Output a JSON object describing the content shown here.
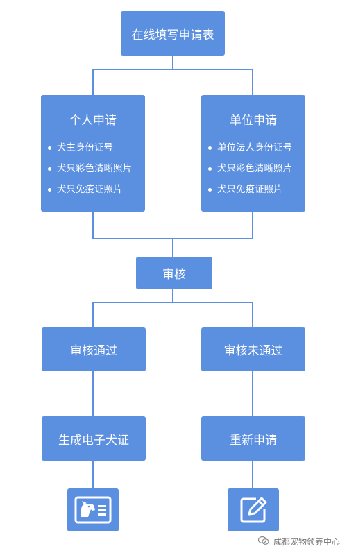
{
  "colors": {
    "box": "#5b8fe0",
    "text": "#ffffff",
    "watermark": "#777777"
  },
  "top": {
    "label": "在线填写申请表"
  },
  "personal": {
    "title": "个人申请",
    "items": [
      "犬主身份证号",
      "犬只彩色清晰照片",
      "犬只免疫证照片"
    ]
  },
  "company": {
    "title": "单位申请",
    "items": [
      "单位法人身份证号",
      "犬只彩色清晰照片",
      "犬只免疫证照片"
    ]
  },
  "review": {
    "label": "审核"
  },
  "approved": {
    "label": "审核通过"
  },
  "rejected": {
    "label": "审核未通过"
  },
  "generate": {
    "label": "生成电子犬证"
  },
  "reapply": {
    "label": "重新申请"
  },
  "icons": {
    "left": "dog-id-card-icon",
    "right": "edit-pen-icon"
  },
  "watermark": {
    "text": "成都宠物领养中心"
  }
}
